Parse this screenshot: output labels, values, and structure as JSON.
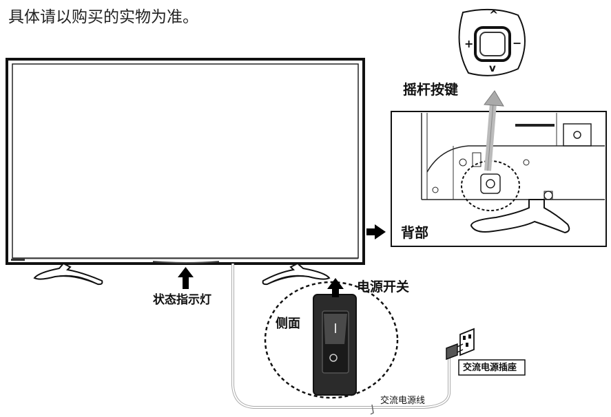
{
  "note": "具体请以购买的实物为准。",
  "labels": {
    "joystick_key": "摇杆按键",
    "back": "背部",
    "status_indicator": "状态指示灯",
    "power_switch": "电源开关",
    "side": "侧面",
    "ac_socket": "交流电源插座",
    "ac_cord": "交流电源线"
  },
  "joystick_symbols": {
    "up": "^",
    "down": "v",
    "left": "+",
    "right": "−"
  }
}
